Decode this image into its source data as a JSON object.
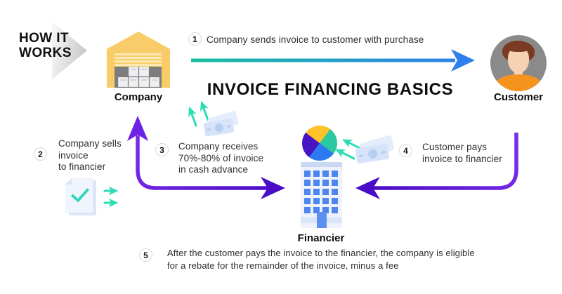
{
  "header": {
    "line1": "HOW IT",
    "line2": "WORKS"
  },
  "title": "INVOICE FINANCING BASICS",
  "entities": {
    "company": {
      "label": "Company"
    },
    "customer": {
      "label": "Customer"
    },
    "financier": {
      "label": "Financier"
    }
  },
  "steps": [
    {
      "num": "1",
      "lines": [
        "Company sends invoice to customer with purchase"
      ]
    },
    {
      "num": "2",
      "lines": [
        "Company sells",
        "invoice",
        "to financier"
      ]
    },
    {
      "num": "3",
      "lines": [
        "Company receives",
        "70%-80% of invoice",
        "in cash advance"
      ]
    },
    {
      "num": "4",
      "lines": [
        "Customer pays",
        "invoice to financier"
      ]
    },
    {
      "num": "5",
      "lines": [
        "After the customer pays the invoice to the financier, the company is eligible",
        "for a rebate for the remainder of the invoice, minus a fee"
      ]
    }
  ],
  "icons": {
    "company": "warehouse-icon",
    "customer": "person-avatar",
    "financier_building": "office-building-icon",
    "financier_logo": "pie-logo-icon",
    "invoice": "document-check-icon",
    "payment": "cash-banknotes-icon",
    "header_pointer": "chevron-right-shape"
  },
  "colors": {
    "flow_arrow_start": "#14be9e",
    "flow_arrow_end": "#2f7fec",
    "purple_arrow_light": "#7a2cea",
    "purple_arrow_dark": "#4a0cc6",
    "teal_accent": "#2bdcb4",
    "company_yellow": "#f8cd69",
    "customer_orange": "#f6921e",
    "financier_blue": "#4e86f0"
  }
}
